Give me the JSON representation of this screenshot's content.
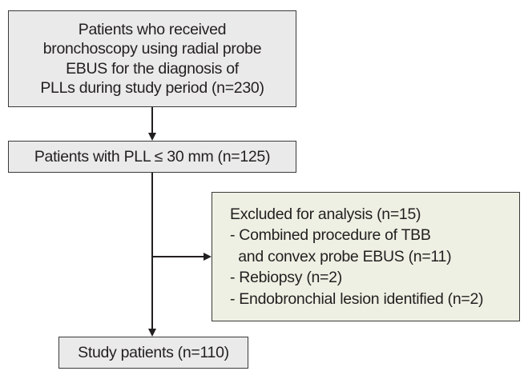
{
  "diagram": {
    "box_patients_received": {
      "lines": [
        "Patients who received",
        "bronchoscopy using radial probe",
        "EBUS for the diagnosis of",
        "PLLs during study period (n=230)"
      ]
    },
    "box_pll_30": {
      "text": "Patients with PLL ≤ 30 mm (n=125)"
    },
    "box_excluded": {
      "lines": [
        "Excluded for analysis (n=15)",
        "- Combined procedure of TBB",
        "  and convex probe EBUS (n=11)",
        "- Rebiopsy (n=2)",
        "- Endobronchial lesion identified (n=2)"
      ]
    },
    "box_study_patients": {
      "text": "Study patients (n=110)"
    }
  },
  "colors": {
    "box_fill": "#eaeaea",
    "excluded_fill": "#eef0e3",
    "border": "#3a3a3a",
    "arrow": "#231f20"
  }
}
